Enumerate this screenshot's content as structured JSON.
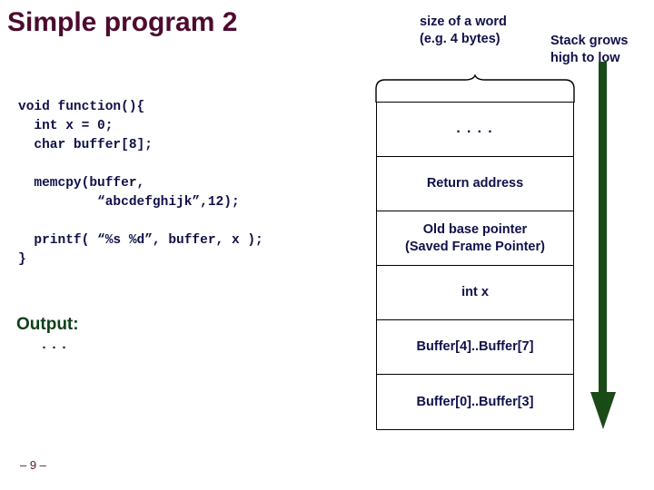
{
  "slide": {
    "title": "Simple program 2",
    "page_number": "– 9 –"
  },
  "code": {
    "text": "void function(){\n  int x = 0;\n  char buffer[8];\n\n  memcpy(buffer,\n          “abcdefghijk”,12);\n\n  printf( “%s %d”, buffer, x );\n}"
  },
  "output": {
    "label": "Output:",
    "value": "..."
  },
  "annotations": {
    "word_size": "size of a word\n(e.g. 4 bytes)",
    "stack_direction": "Stack grows\nhigh to low"
  },
  "stack": {
    "rows": [
      {
        "label": "....",
        "kind": "dots"
      },
      {
        "label": "Return address",
        "kind": "text"
      },
      {
        "label": "Old base pointer\n(Saved Frame Pointer)",
        "kind": "text"
      },
      {
        "label": "int x",
        "kind": "text"
      },
      {
        "label": "Buffer[4]..Buffer[7]",
        "kind": "text"
      },
      {
        "label": "Buffer[0]..Buffer[3]",
        "kind": "text"
      }
    ]
  },
  "colors": {
    "title": "#4d0a2e",
    "code": "#10104a",
    "annotation": "#10104a",
    "output": "#10401a",
    "arrow": "#1a4a18",
    "page_number": "#5b1038",
    "table_border": "#000000"
  }
}
